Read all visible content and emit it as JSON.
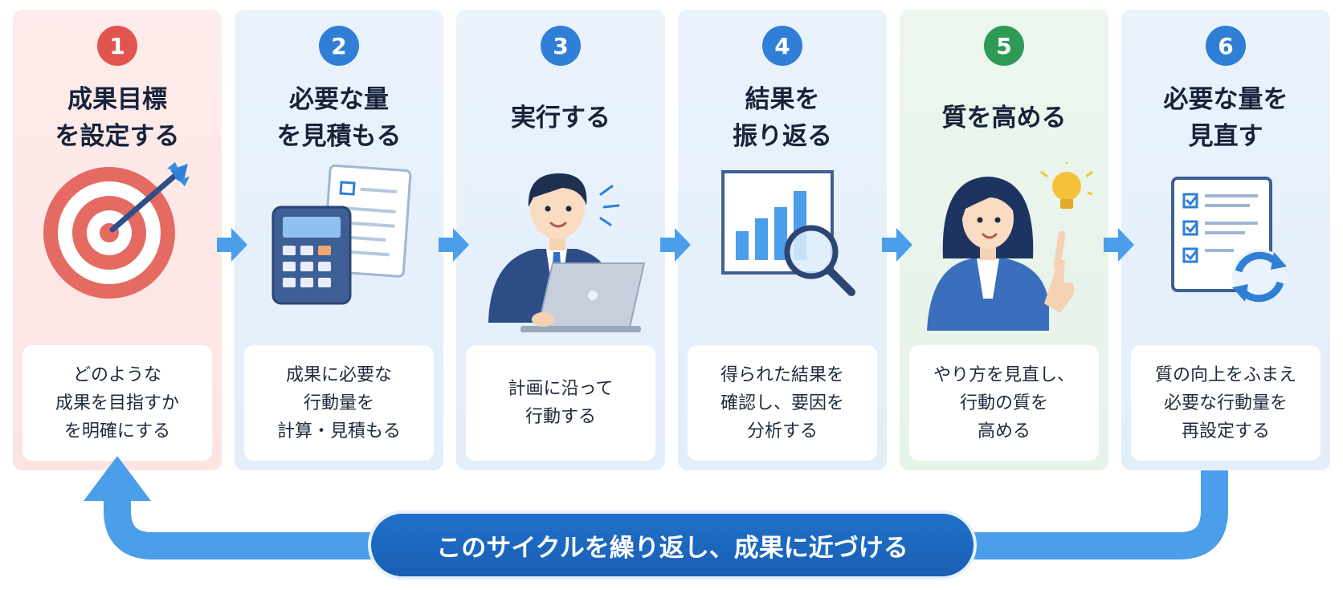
{
  "steps": [
    {
      "number": "1",
      "title": "成果目標\nを設定する",
      "description": "どのような\n成果を目指すか\nを明確にする",
      "tone": "red",
      "badge_color": "#e2554f",
      "icon": "target-icon"
    },
    {
      "number": "2",
      "title": "必要な量\nを見積もる",
      "description": "成果に必要な\n行動量を\n計算・見積もる",
      "tone": "blue",
      "badge_color": "#2f7fd6",
      "icon": "calculator-icon"
    },
    {
      "number": "3",
      "title": "実行する",
      "description": "計画に沿って\n行動する",
      "tone": "blue",
      "badge_color": "#2f7fd6",
      "icon": "man-laptop-icon"
    },
    {
      "number": "4",
      "title": "結果を\n振り返る",
      "description": "得られた結果を\n確認し、要因を\n分析する",
      "tone": "blue",
      "badge_color": "#2f7fd6",
      "icon": "chart-magnifier-icon"
    },
    {
      "number": "5",
      "title": "質を高める",
      "description": "やり方を見直し、\n行動の質を\n高める",
      "tone": "green",
      "badge_color": "#2f9a56",
      "icon": "woman-idea-icon"
    },
    {
      "number": "6",
      "title": "必要な量を\n見直す",
      "description": "質の向上をふまえ\n必要な行動量を\n再設定する",
      "tone": "blue",
      "badge_color": "#2f7fd6",
      "icon": "checklist-refresh-icon"
    }
  ],
  "banner": {
    "text": "このサイクルを繰り返し、成果に近づける"
  },
  "colors": {
    "arrow": "#4a9eea",
    "banner": "#1f6bc4",
    "dark_text": "#17233a"
  }
}
